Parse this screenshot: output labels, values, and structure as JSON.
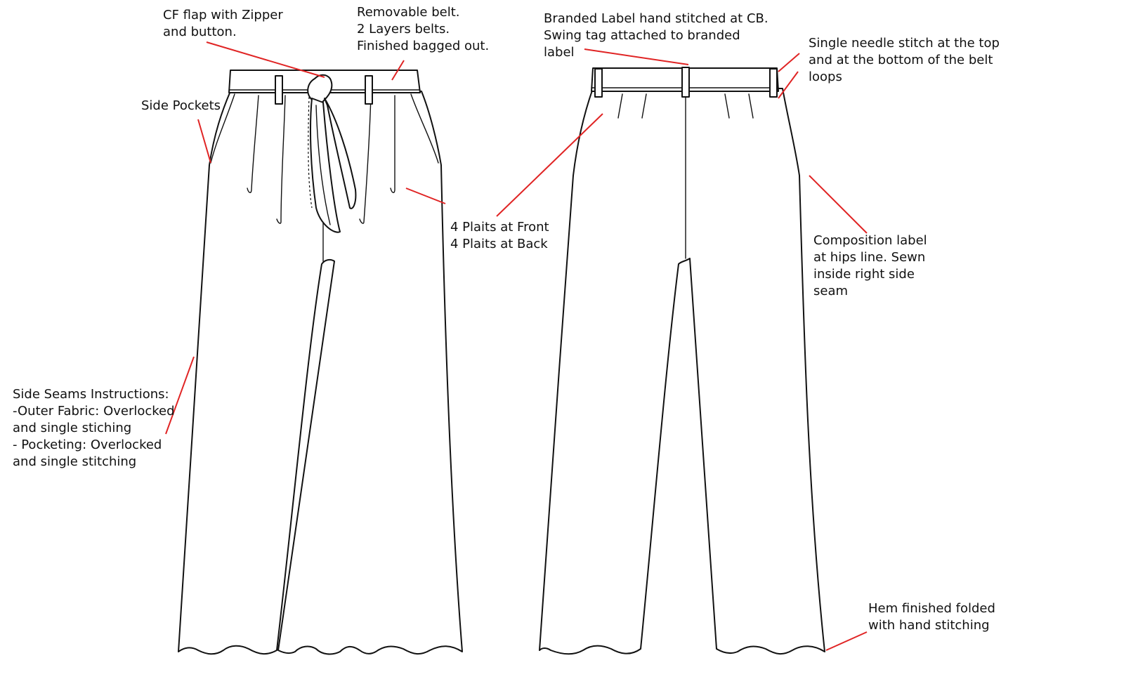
{
  "annotations": {
    "cf_flap": [
      "CF flap with Zipper",
      "and button."
    ],
    "belt": [
      "Removable belt.",
      "2 Layers belts.",
      "Finished bagged out."
    ],
    "side_pockets": [
      "Side Pockets"
    ],
    "plaits": [
      "4 Plaits at Front",
      "4 Plaits at Back"
    ],
    "side_seams": [
      "Side Seams Instructions:",
      "-Outer Fabric: Overlocked",
      "and single stiching",
      "- Pocketing: Overlocked",
      "and single stitching"
    ],
    "branded_label": [
      "Branded Label hand stitched at CB.",
      "Swing tag attached to branded",
      "label"
    ],
    "single_needle": [
      "Single needle stitch at the top",
      "and at the bottom of the belt",
      "loops"
    ],
    "composition": [
      "Composition label",
      "at hips line. Sewn",
      "inside right side",
      "seam"
    ],
    "hem": [
      "Hem finished folded",
      "with hand stitching"
    ]
  },
  "colors": {
    "leader": "#e02424",
    "outline": "#111111",
    "background": "#ffffff"
  }
}
